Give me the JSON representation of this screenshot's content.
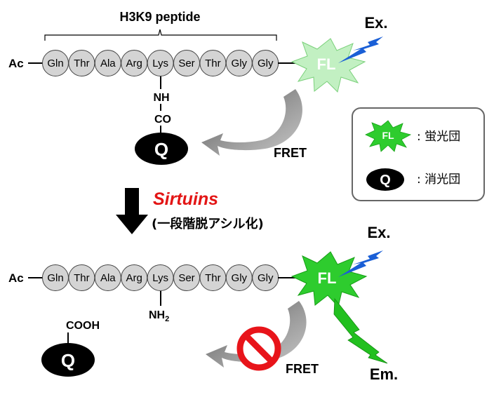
{
  "top": {
    "title": "H3K9 peptide",
    "ac": "Ac",
    "residues": [
      "Gln",
      "Thr",
      "Ala",
      "Arg",
      "Lys",
      "Ser",
      "Thr",
      "Gly",
      "Gly"
    ],
    "linker_nh": "NH",
    "linker_co": "CO",
    "quencher": "Q",
    "fluor": "FL",
    "ex": "Ex.",
    "fret": "FRET"
  },
  "legend": {
    "fluor_symbol": "FL",
    "fluor_label": ": 蛍光団",
    "quencher_symbol": "Q",
    "quencher_label": ": 消光団"
  },
  "step": {
    "enzyme": "Sirtuins",
    "reaction": "(一段階脱アシル化)"
  },
  "bottom": {
    "ac": "Ac",
    "residues": [
      "Gln",
      "Thr",
      "Ala",
      "Arg",
      "Lys",
      "Ser",
      "Thr",
      "Gly",
      "Gly"
    ],
    "amine_main": "NH",
    "amine_sub": "2",
    "cooh": "COOH",
    "quencher": "Q",
    "fluor": "FL",
    "ex": "Ex.",
    "em": "Em.",
    "fret": "FRET"
  },
  "colors": {
    "bead_fill": "#d4d4d4",
    "fluor_pale": "#c2f0c2",
    "fluor_bright": "#2ecc2e",
    "lightning_blue": "#1a5fd6",
    "em_green": "#22c01f",
    "curve_gray": "#888888",
    "prohibit_red": "#e8141a",
    "enzyme_red": "#e31515"
  }
}
